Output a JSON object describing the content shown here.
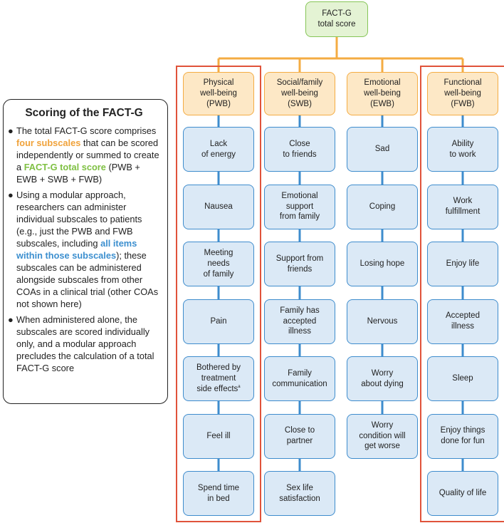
{
  "panel": {
    "title": "Scoring of the FACT-G",
    "bullet_marker": "●",
    "bullets": [
      {
        "p1": "The total FACT-G score comprises ",
        "h1": "four subscales",
        "p2": " that can be scored independently or summed to create a ",
        "h2": "FACT-G total score",
        "p3": " (PWB + EWB + SWB + FWB)"
      },
      {
        "p1": "Using a modular approach, researchers can administer individual subscales to patients (e.g., just the PWB and FWB subscales, including ",
        "h1": "all items within those subscales",
        "p2": "); these subscales can be administered alongside subscales from other COAs in a clinical trial (other COAs not shown here)"
      },
      {
        "p1": "When administered alone, the subscales are scored individually only, and a modular approach precludes the calculation of a total FACT-G score"
      }
    ]
  },
  "total": "FACT-G\ntotal score",
  "columns": [
    {
      "header": "Physical\nwell-being\n(PWB)",
      "highlighted": true,
      "items": [
        {
          "text": "Lack\nof energy"
        },
        {
          "text": "Nausea"
        },
        {
          "text": "Meeting\nneeds\nof family"
        },
        {
          "text": "Pain"
        },
        {
          "text": "Bothered by\ntreatment\nside effects",
          "sup": "a"
        },
        {
          "text": "Feel ill"
        },
        {
          "text": "Spend time\nin bed"
        }
      ]
    },
    {
      "header": "Social/family\nwell-being\n(SWB)",
      "highlighted": false,
      "items": [
        {
          "text": "Close\nto friends"
        },
        {
          "text": "Emotional\nsupport\nfrom family"
        },
        {
          "text": "Support from\nfriends"
        },
        {
          "text": "Family has\naccepted\nillness"
        },
        {
          "text": "Family\ncommunication"
        },
        {
          "text": "Close to\npartner"
        },
        {
          "text": "Sex life\nsatisfaction"
        }
      ]
    },
    {
      "header": "Emotional\nwell-being\n(EWB)",
      "highlighted": false,
      "items": [
        {
          "text": "Sad"
        },
        {
          "text": "Coping"
        },
        {
          "text": "Losing hope"
        },
        {
          "text": "Nervous"
        },
        {
          "text": "Worry\nabout dying"
        },
        {
          "text": "Worry\ncondition will\nget worse"
        }
      ]
    },
    {
      "header": "Functional\nwell-being\n(FWB)",
      "highlighted": true,
      "items": [
        {
          "text": "Ability\nto work"
        },
        {
          "text": "Work\nfulfillment"
        },
        {
          "text": "Enjoy life"
        },
        {
          "text": "Accepted\nillness"
        },
        {
          "text": "Sleep"
        },
        {
          "text": "Enjoy things\ndone for fun"
        },
        {
          "text": "Quality of life"
        }
      ]
    }
  ],
  "colors": {
    "item_fill": "#dbe9f6",
    "item_border": "#3e8ccd",
    "subscale_fill": "#fde8c6",
    "subscale_border": "#f4ac43",
    "total_fill": "#e4f3d4",
    "total_border": "#86c557",
    "highlight_frame": "#e0533a"
  }
}
